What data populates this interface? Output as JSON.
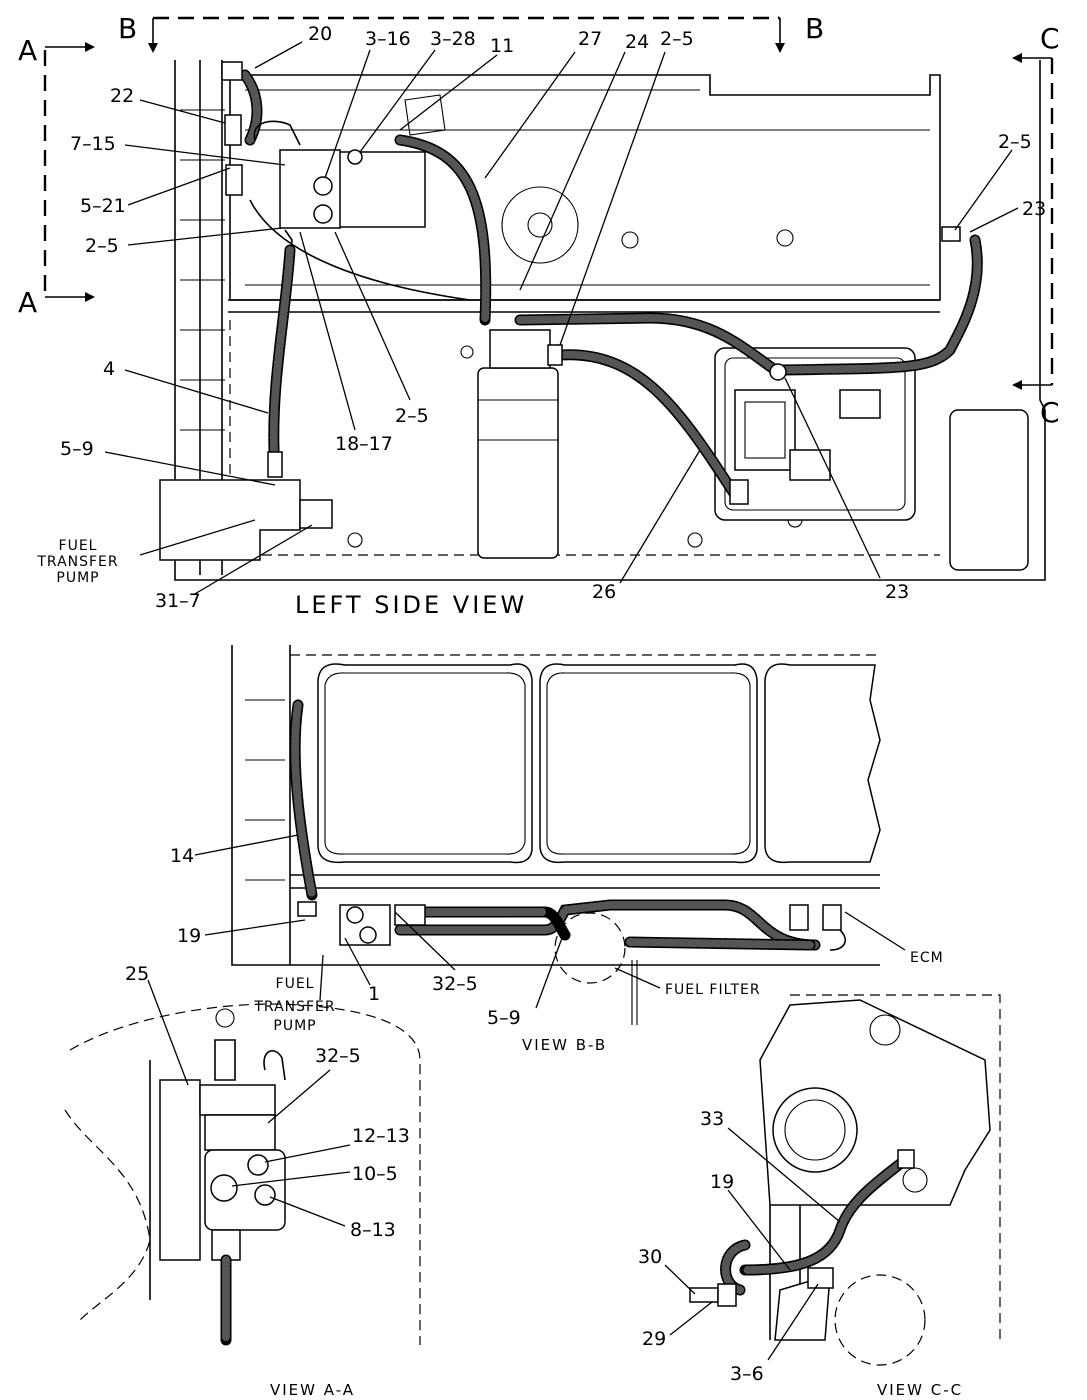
{
  "labels": {
    "sec_a_top": "A",
    "sec_a_bottom": "A",
    "sec_b_left": "B",
    "sec_b_right": "B",
    "sec_c_top": "C",
    "sec_c_bottom": "C",
    "l20": "20",
    "l3_16": "3–16",
    "l3_28": "3–28",
    "l11": "11",
    "l27": "27",
    "l24": "24",
    "l2_5a": "2–5",
    "l22": "22",
    "l7_15": "7–15",
    "l5_21": "5–21",
    "l2_5b": "2–5",
    "l2_5c": "2–5",
    "l18_17": "18–17",
    "l4": "4",
    "l5_9a": "5–9",
    "l31_7": "31–7",
    "l2_5d": "2–5",
    "l23a": "23",
    "l23b": "23",
    "l26": "26",
    "l14": "14",
    "l19a": "19",
    "l1": "1",
    "l32_5a": "32–5",
    "l5_9b": "5–9",
    "l25": "25",
    "l32_5b": "32–5",
    "l12_13": "12–13",
    "l10_5": "10–5",
    "l8_13": "8–13",
    "l33": "33",
    "l19b": "19",
    "l30": "30",
    "l29": "29",
    "l3_6": "3–6"
  },
  "notes": {
    "fuel_transfer_pump_1": [
      "FUEL",
      "TRANSFER",
      "PUMP"
    ],
    "fuel_transfer_pump_2": [
      "FUEL",
      "TRANSFER",
      "PUMP"
    ],
    "ecm": "ECM",
    "fuel_filter": "FUEL FILTER"
  },
  "titles": {
    "left_side_view": "LEFT SIDE VIEW",
    "view_bb": "VIEW B-B",
    "view_aa": "VIEW A-A",
    "view_cc": "VIEW C-C"
  }
}
